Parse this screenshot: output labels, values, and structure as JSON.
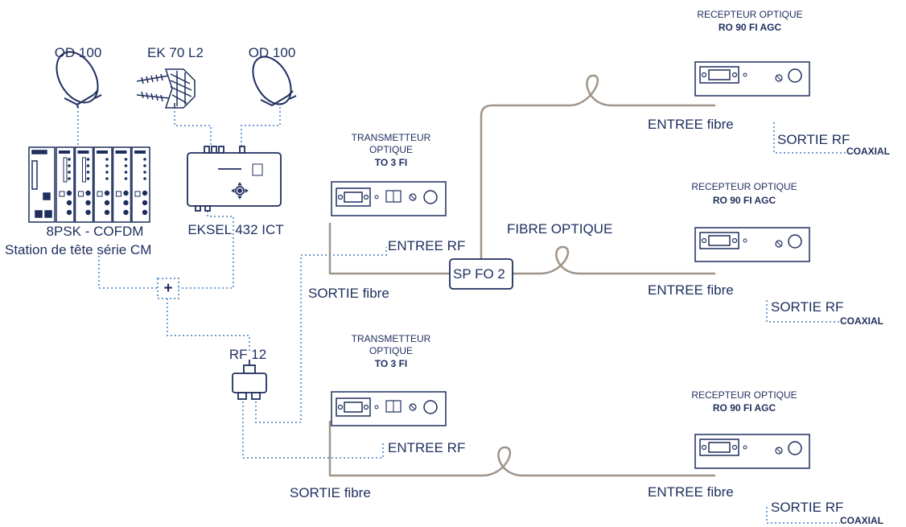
{
  "colors": {
    "text": "#1e2e5e",
    "fibre": "#a09488",
    "coax": "#6f9fd0",
    "equipment": "#1e2e5e"
  },
  "antennas": {
    "left": "OD 100",
    "center": "EK 70 L2",
    "right": "OD 100"
  },
  "headend": {
    "name": "8PSK - COFDM",
    "subtitle": "Station de tête série CM"
  },
  "eksel": {
    "name": "EKSEL 432 ICT"
  },
  "combiner": {
    "symbol": "+"
  },
  "splitter": {
    "name": "RF 12"
  },
  "transmitters": [
    {
      "line1": "TRANSMETTEUR",
      "line2": "OPTIQUE",
      "model": "TO 3 FI",
      "input": "ENTREE RF",
      "output": "SORTIE fibre"
    },
    {
      "line1": "TRANSMETTEUR",
      "line2": "OPTIQUE",
      "model": "TO 3 FI",
      "input": "ENTREE RF",
      "output": "SORTIE fibre"
    }
  ],
  "fibre_label": "FIBRE OPTIQUE",
  "optical_splitter": {
    "name": "SP FO 2"
  },
  "receivers": [
    {
      "title": "RECEPTEUR OPTIQUE",
      "model": "RO 90 FI AGC",
      "input": "ENTREE fibre",
      "output": "SORTIE RF",
      "output_type": "COAXIAL"
    },
    {
      "title": "RECEPTEUR OPTIQUE",
      "model": "RO 90 FI AGC",
      "input": "ENTREE fibre",
      "output": "SORTIE RF",
      "output_type": "COAXIAL"
    },
    {
      "title": "RECEPTEUR OPTIQUE",
      "model": "RO 90 FI AGC",
      "input": "ENTREE fibre",
      "output": "SORTIE RF",
      "output_type": "COAXIAL"
    }
  ]
}
